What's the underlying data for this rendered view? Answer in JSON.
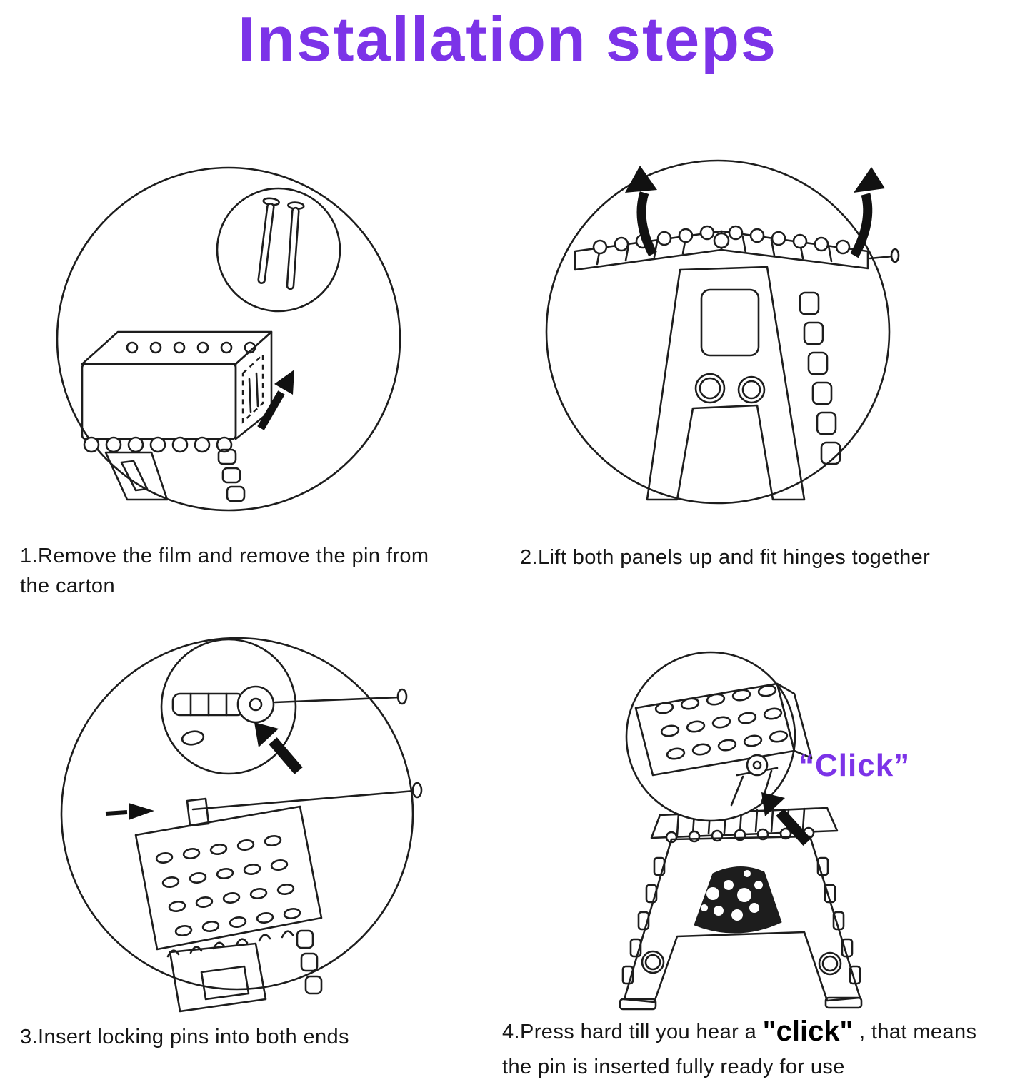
{
  "title": "Installation steps",
  "colors": {
    "accent_purple": "#7c33e8",
    "line": "#1d1d1d",
    "background": "#ffffff"
  },
  "steps": [
    {
      "caption": "1.Remove the film and remove the pin from the carton"
    },
    {
      "caption": "2.Lift both panels up and fit hinges together"
    },
    {
      "caption": "3.Insert locking pins into both ends"
    },
    {
      "caption_part1": "4.Press hard till you hear a ",
      "caption_click": "\"click\"",
      "caption_part2": " , that means the pin is inserted fully ready for use"
    }
  ],
  "click_label": "“Click”"
}
